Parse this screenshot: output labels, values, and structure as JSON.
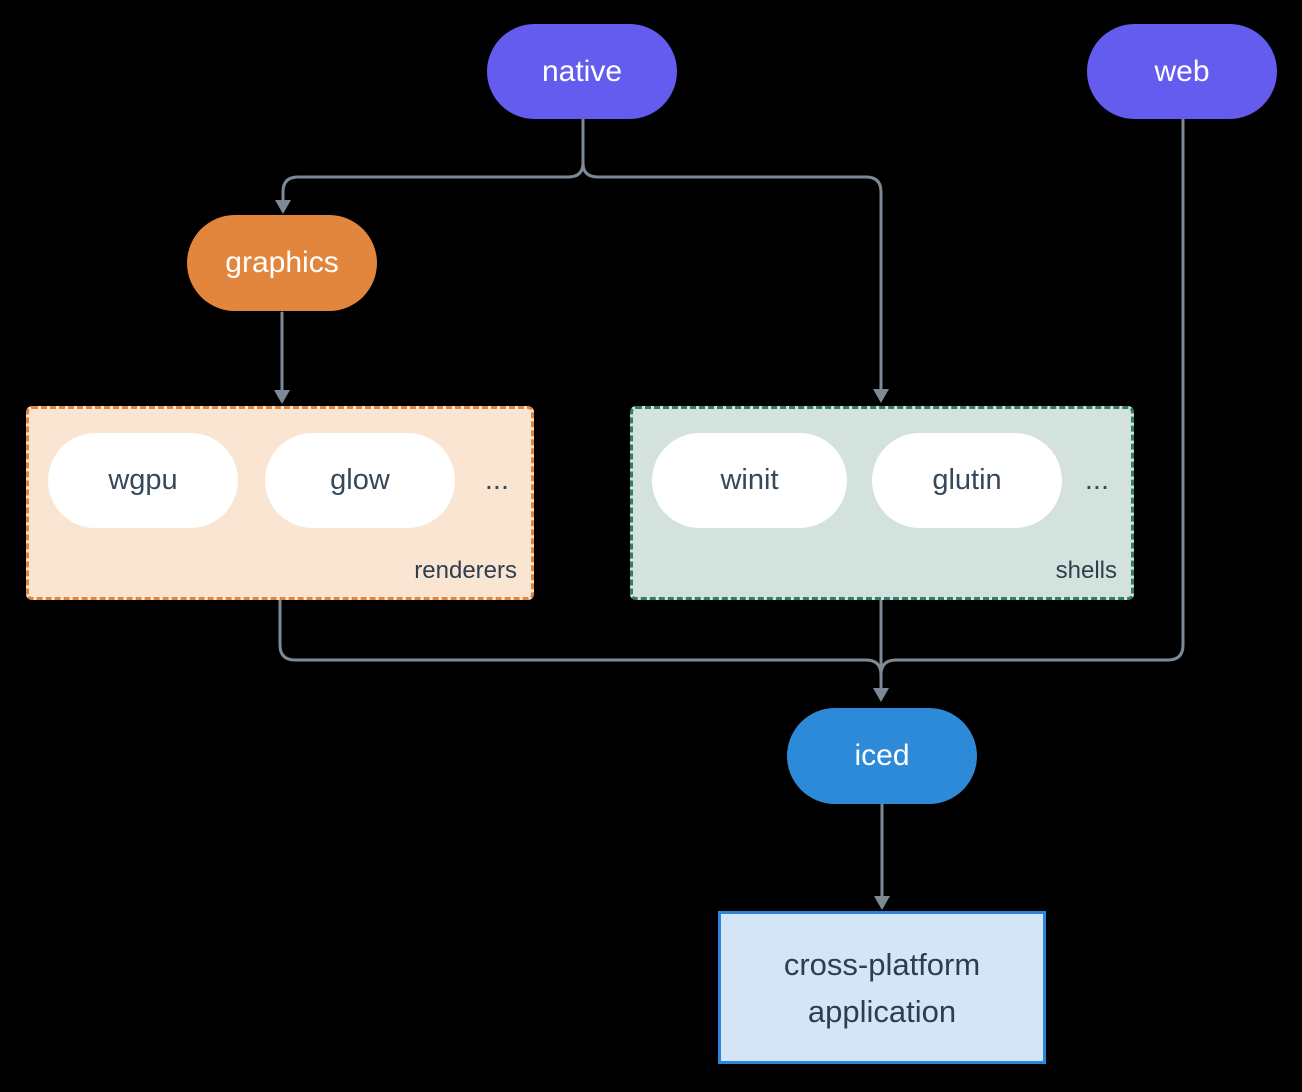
{
  "nodes": {
    "native": {
      "label": "native"
    },
    "web": {
      "label": "web"
    },
    "graphics": {
      "label": "graphics"
    },
    "iced": {
      "label": "iced"
    },
    "application": {
      "line1": "cross-platform",
      "line2": "application"
    }
  },
  "groups": {
    "renderers": {
      "label": "renderers",
      "items": [
        "wgpu",
        "glow"
      ],
      "ellipsis": "..."
    },
    "shells": {
      "label": "shells",
      "items": [
        "winit",
        "glutin"
      ],
      "ellipsis": "..."
    }
  },
  "colors": {
    "background": "#000000",
    "edge": "#7D8A96",
    "native_web_pill": "#645CEE",
    "graphics_pill": "#E2863E",
    "iced_pill": "#2C8AD8",
    "renderers_fill": "#FAE5D3",
    "renderers_border": "#E2863E",
    "shells_fill": "#D3E2DD",
    "shells_border": "#2E7D6D",
    "item_pill_fill": "#FFFFFF",
    "item_pill_text": "#36495A",
    "application_fill": "#D4E5F7",
    "application_border": "#2C86D8",
    "dark_text": "#2F3E4E",
    "node_text": "#FFFFFF"
  }
}
